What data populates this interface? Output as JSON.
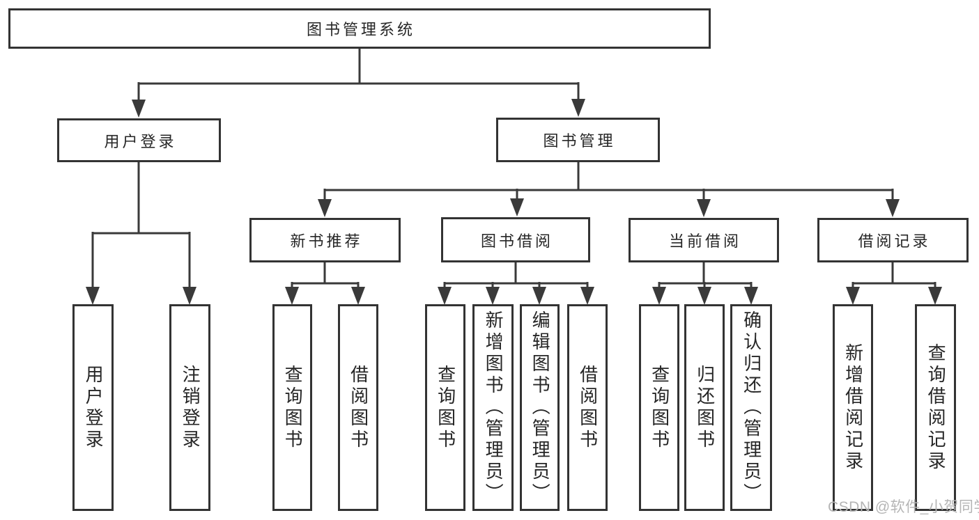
{
  "nodes": {
    "root": "图书管理系统",
    "user_login": "用户登录",
    "book_mgmt": "图书管理",
    "new_book_rec": "新书推荐",
    "book_borrow": "图书借阅",
    "current_borrow": "当前借阅",
    "borrow_records": "借阅记录",
    "ul_login": "用户登录",
    "ul_logout": "注销登录",
    "nbr_query_book": "查询图书",
    "nbr_borrow_book": "借阅图书",
    "bb_query_book": "查询图书",
    "bb_add_book": "新增图书（管理员）",
    "bb_edit_book": "编辑图书（管理员）",
    "bb_borrow_book": "借阅图书",
    "cb_query_book": "查询图书",
    "cb_return_book": "归还图书",
    "cb_confirm_return": "确认归还（管理员）",
    "br_add_record": "新增借阅记录",
    "br_query_record": "查询借阅记录"
  },
  "watermark": "CSDN @软件_小贺同学"
}
